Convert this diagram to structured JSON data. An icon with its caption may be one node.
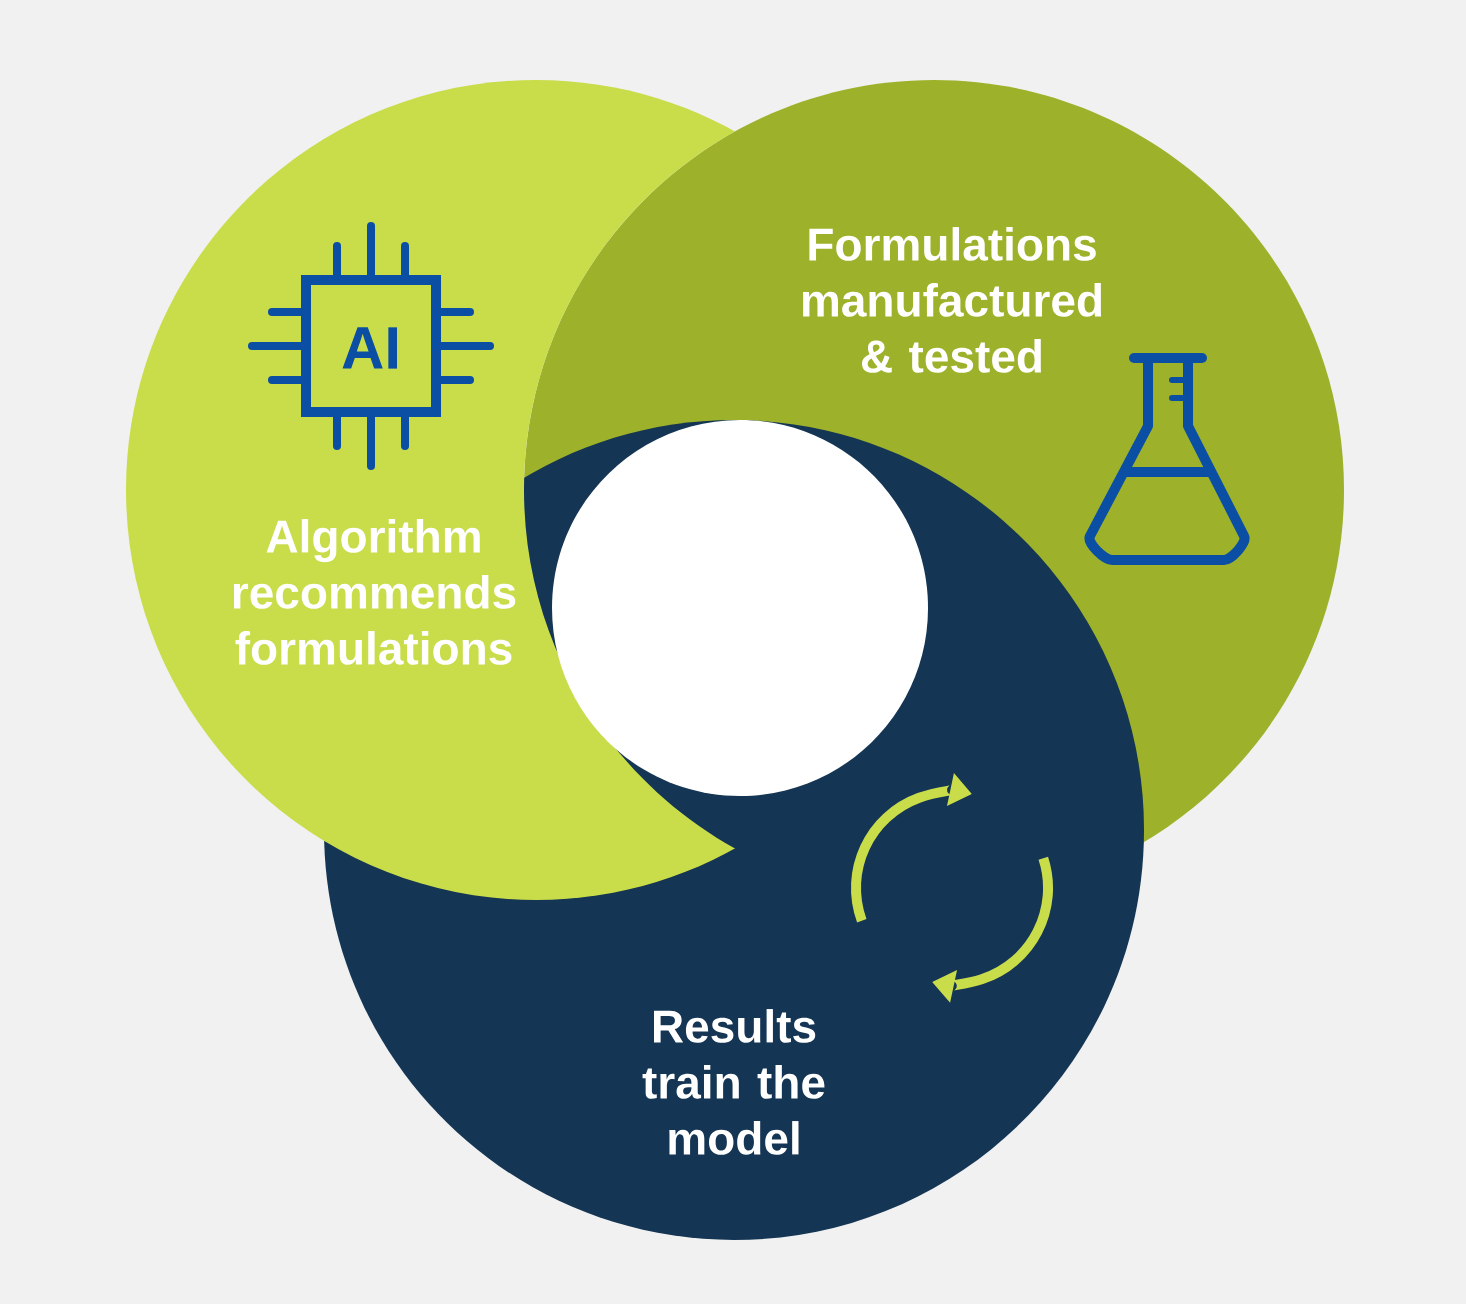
{
  "diagram": {
    "nodes": [
      {
        "text": [
          "Algorithm recommends formulations"
        ]
      },
      {
        "text": [
          "Formulations manufactured & tested"
        ]
      },
      {
        "text": [
          "Results train the model"
        ]
      }
    ],
    "labels": [
      "AI"
    ]
  }
}
